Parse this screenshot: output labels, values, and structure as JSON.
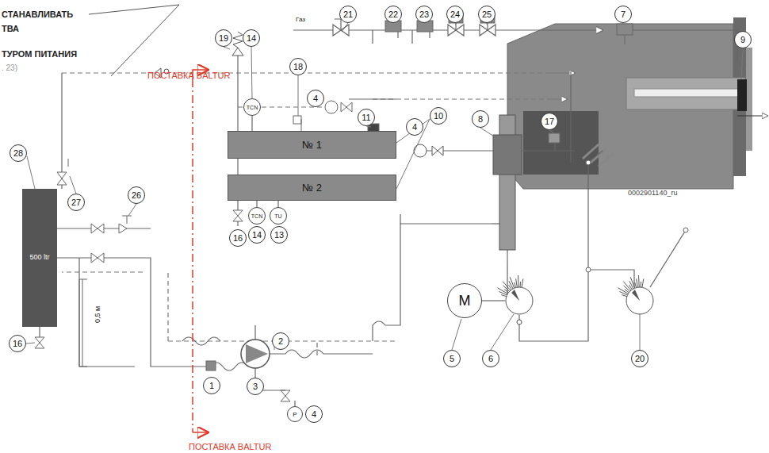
{
  "diagram": {
    "nodes": [
      {
        "text": [
          "500 ltr"
        ]
      },
      {
        "text": [
          "TCN"
        ]
      },
      {
        "text": [
          "№ 1"
        ]
      },
      {
        "text": [
          "№ 2"
        ]
      },
      {
        "text": [
          "TCN"
        ]
      },
      {
        "text": [
          "TU"
        ]
      },
      {
        "text": [
          "M"
        ]
      },
      {
        "text": [
          "P"
        ]
      }
    ],
    "edges": [
      {
        "from": 1,
        "to": 2,
        "arrow": "none"
      },
      {
        "from": 2,
        "to": 3,
        "arrow": "none"
      },
      {
        "from": 3,
        "to": 4,
        "arrow": "none"
      },
      {
        "from": 3,
        "to": 5,
        "arrow": "none"
      }
    ],
    "labels": [
      "СТАНАВЛИВАТЬ",
      "ТВА",
      "ТУРОМ ПИТАНИЯ",
      ". 23)",
      "ПОСТАВКА BALTUR",
      "19",
      "14",
      "21",
      "22",
      "23",
      "24",
      "25",
      "7",
      "9",
      "18",
      "4",
      "11",
      "10",
      "4",
      "8",
      "17",
      "28",
      "27",
      "26",
      "16",
      "16",
      "14",
      "13",
      "2",
      "1",
      "3",
      "4",
      "5",
      "6",
      "20",
      "Газ",
      "0002901140_ru",
      "0,5 м",
      "ПОСТАВКА BALTUR"
    ]
  }
}
